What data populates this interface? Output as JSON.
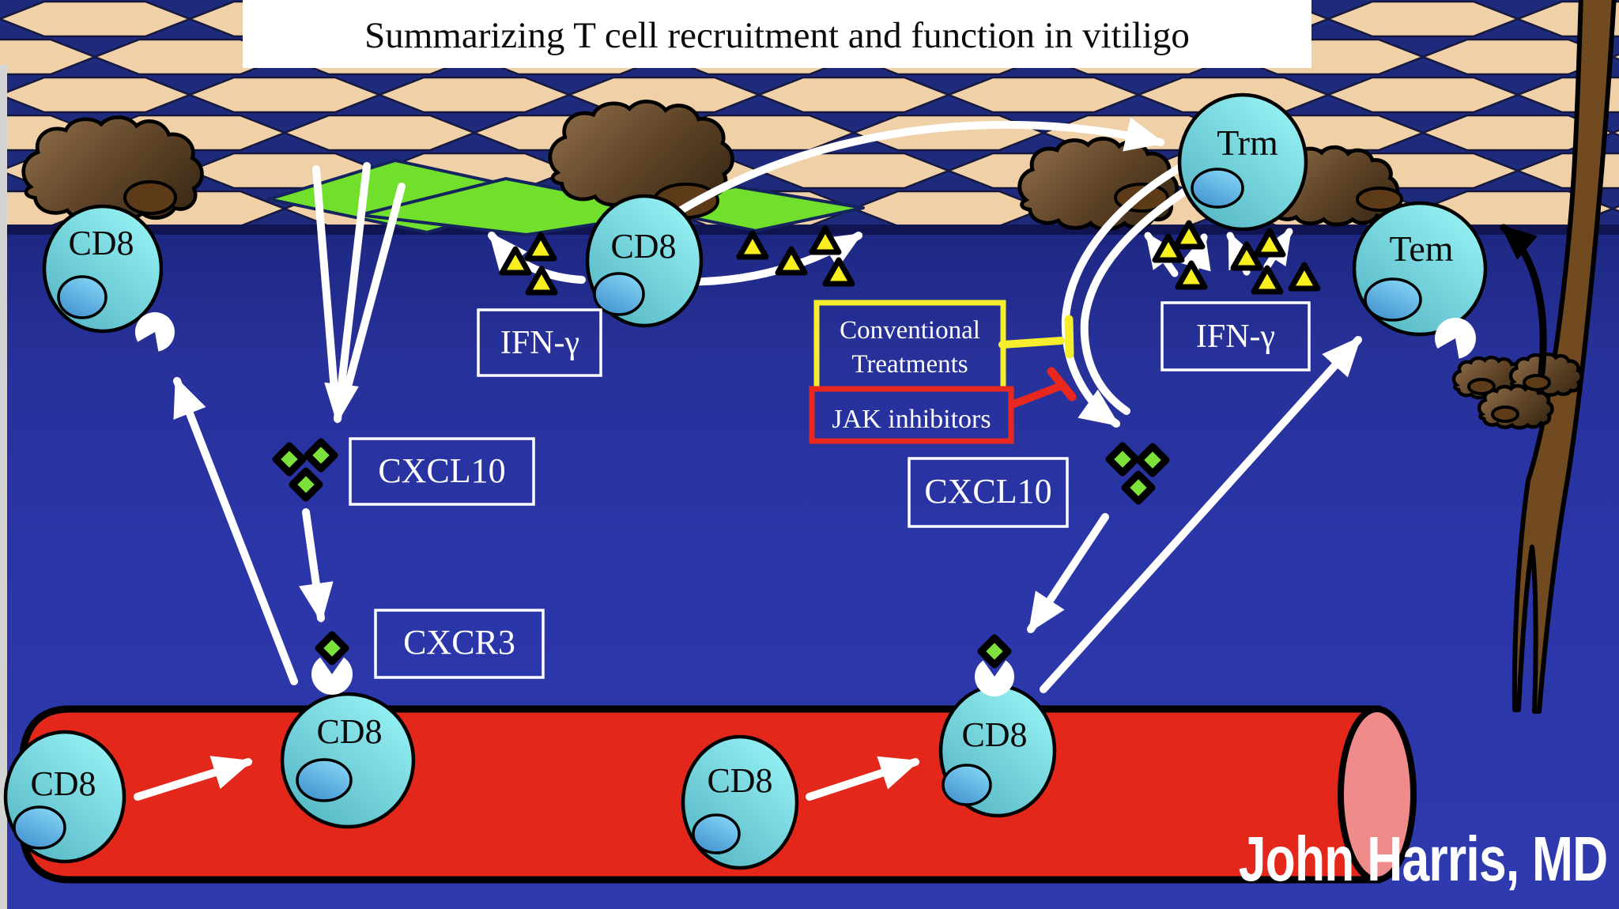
{
  "title": "Summarizing T cell recruitment and function in vitiligo",
  "credit": "John Harris, MD",
  "cells": {
    "cd8": "CD8",
    "trm": "Trm",
    "tem": "Tem"
  },
  "labels": {
    "ifn_gamma": "IFN-γ",
    "cxcl10": "CXCL10",
    "cxcr3": "CXCR3",
    "conventional_line1": "Conventional",
    "conventional_line2": "Treatments",
    "jak_inhibitors": "JAK inhibitors"
  },
  "colors": {
    "dermis_blue": "#2a35a6",
    "epidermis_tan": "#f0d0a6",
    "epidermis_gap_navy": "#1e2a7c",
    "melanocyte_brown": "#6b4e30",
    "melanocyte_green": "#70e02c",
    "tcell_cyan": "#7fe2ea",
    "nucleus_blue": "#53a9dd",
    "vessel_red": "#e3271b",
    "vessel_cap_pink": "#f08b8b",
    "ifn_triangle_yellow": "#f9ee1e",
    "cxcl10_diamond_green": "#7ce13b",
    "conventional_box_yellow": "#f6ee2c",
    "jak_box_red": "#e8281e",
    "arrow_white": "#ffffff"
  }
}
